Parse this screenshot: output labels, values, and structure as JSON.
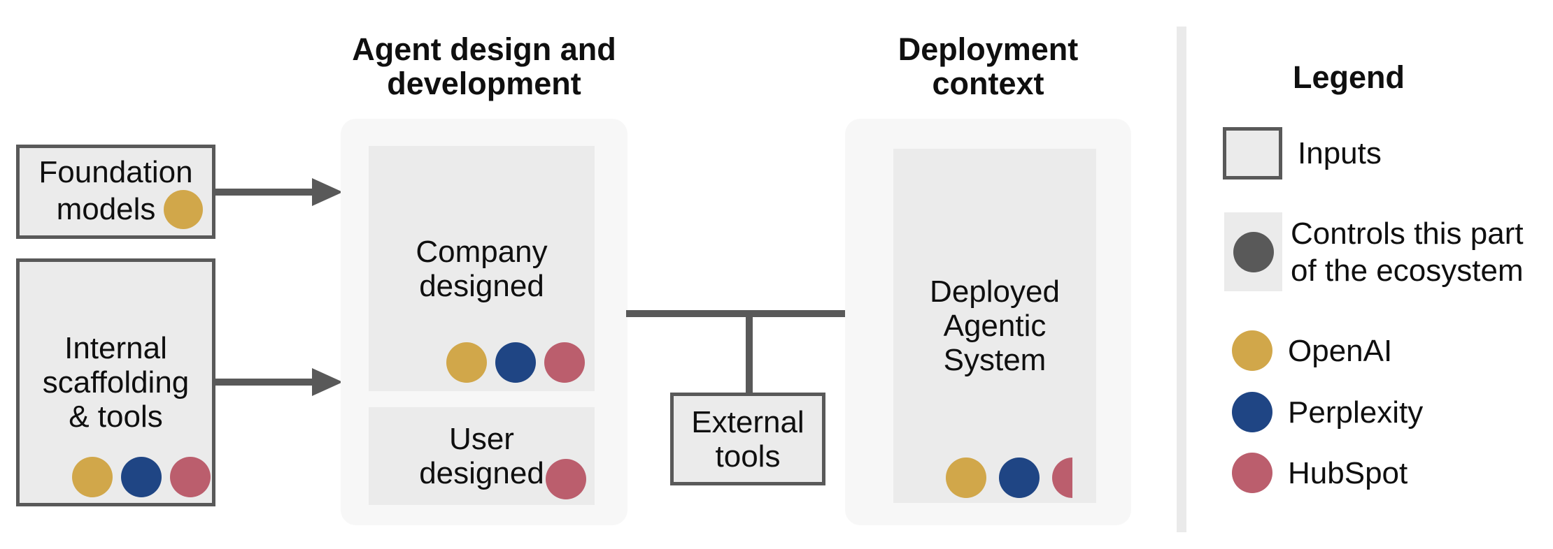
{
  "diagram": {
    "titles": {
      "agent_design_line1": "Agent design and",
      "agent_design_line2": "development",
      "deployment_line1": "Deployment",
      "deployment_line2": "context"
    },
    "boxes": {
      "foundation": {
        "line1": "Foundation",
        "line2": "models"
      },
      "scaffolding": {
        "line1": "Internal",
        "line2": "scaffolding",
        "line3": "& tools"
      },
      "company": {
        "line1": "Company",
        "line2": "designed"
      },
      "user": {
        "line1": "User",
        "line2": "designed"
      },
      "external": {
        "line1": "External",
        "line2": "tools"
      },
      "deployed": {
        "line1": "Deployed",
        "line2": "Agentic",
        "line3": "System"
      }
    },
    "legend": {
      "title": "Legend",
      "inputs_label": "Inputs",
      "controls_line1": "Controls this part",
      "controls_line2": "of the ecosystem",
      "companies": [
        {
          "name": "OpenAI",
          "color_key": "openai"
        },
        {
          "name": "Perplexity",
          "color_key": "perplexity"
        },
        {
          "name": "HubSpot",
          "color_key": "hubspot"
        }
      ]
    },
    "colors": {
      "openai": "#d1a74a",
      "perplexity": "#1f4584",
      "hubspot": "#bb5e6d",
      "control": "#595959",
      "input_fill": "#ebebeb",
      "panel_fill": "#f7f7f7"
    }
  }
}
